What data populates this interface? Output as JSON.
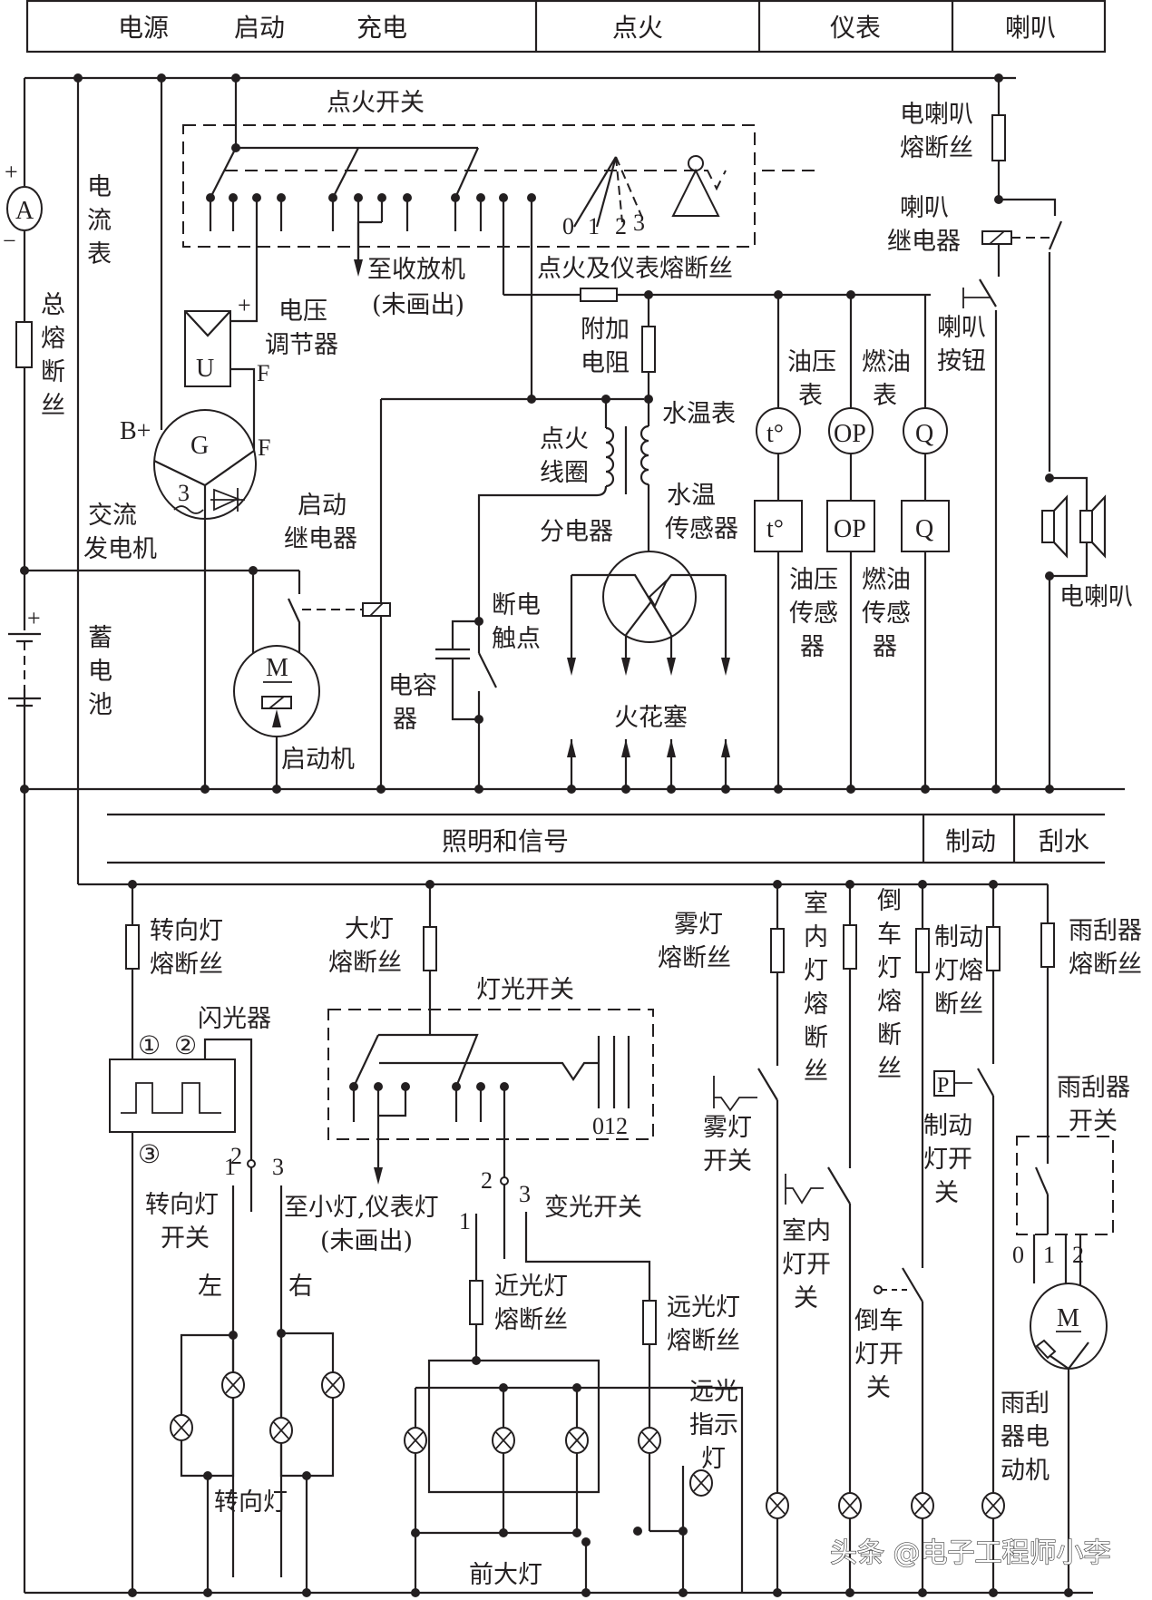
{
  "header_top": {
    "power": "电源",
    "start": "启动",
    "charge": "充电",
    "ignition": "点火",
    "instruments": "仪表",
    "horn": "喇叭"
  },
  "header_mid": {
    "lighting_signal": "照明和信号",
    "braking": "制动",
    "wiper": "刮水"
  },
  "labels": {
    "ignition_switch": "点火开关",
    "ammeter": [
      "电",
      "流",
      "表"
    ],
    "main_fuse": [
      "总",
      "熔",
      "断",
      "丝"
    ],
    "radio_note_1": "至收放机",
    "radio_note_2": "(未画出)",
    "voltage_regulator_1": "电压",
    "voltage_regulator_2": "调节器",
    "ign_instr_fuse": "点火及仪表熔断丝",
    "ballast_1": "附加",
    "ballast_2": "电阻",
    "water_temp_gauge": "水温表",
    "oil_pressure_gauge_1": "油压",
    "oil_pressure_gauge_2": "表",
    "fuel_gauge_1": "燃油",
    "fuel_gauge_2": "表",
    "horn_fuse_1": "电喇叭",
    "horn_fuse_2": "熔断丝",
    "horn_relay_1": "喇叭",
    "horn_relay_2": "继电器",
    "horn_button_1": "喇叭",
    "horn_button_2": "按钮",
    "ign_coil_1": "点火",
    "ign_coil_2": "线圈",
    "distributor": "分电器",
    "water_temp_sensor_1": "水温",
    "water_temp_sensor_2": "传感器",
    "oil_sensor": [
      "油压",
      "传感",
      "器"
    ],
    "fuel_sensor": [
      "燃油",
      "传感",
      "器"
    ],
    "electric_horn": "电喇叭",
    "alternator_1": "交流",
    "alternator_2": "发电机",
    "start_relay_1": "启动",
    "start_relay_2": "继电器",
    "breaker_points_1": "断电",
    "breaker_points_2": "触点",
    "capacitor_1": "电容",
    "capacitor_2": "器",
    "spark_plugs": "火花塞",
    "battery": [
      "蓄",
      "电",
      "池"
    ],
    "starter": "启动机",
    "turn_fuse_1": "转向灯",
    "turn_fuse_2": "熔断丝",
    "head_fuse_1": "大灯",
    "head_fuse_2": "熔断丝",
    "light_switch": "灯光开关",
    "flasher": "闪光器",
    "turn_switch_1": "转向灯",
    "turn_switch_2": "开关",
    "left": "左",
    "right": "右",
    "small_lamp_note_1": "至小灯,仪表灯",
    "small_lamp_note_2": "(未画出)",
    "dimmer_switch": "变光开关",
    "low_beam_fuse_1": "近光灯",
    "low_beam_fuse_2": "熔断丝",
    "high_beam_fuse_1": "远光灯",
    "high_beam_fuse_2": "熔断丝",
    "high_beam_indicator": [
      "远光",
      "指示",
      "灯"
    ],
    "turn_lamps": "转向灯",
    "headlamps": "前大灯",
    "fog_fuse_1": "雾灯",
    "fog_fuse_2": "熔断丝",
    "fog_switch_1": "雾灯",
    "fog_switch_2": "开关",
    "interior_fuse": [
      "室",
      "内",
      "灯",
      "熔",
      "断",
      "丝"
    ],
    "interior_switch": [
      "室内",
      "灯开",
      "关"
    ],
    "reverse_fuse": [
      "倒",
      "车",
      "灯",
      "熔",
      "断",
      "丝"
    ],
    "reverse_switch": [
      "倒车",
      "灯开",
      "关"
    ],
    "brake_fuse": [
      "制动",
      "灯熔",
      "断丝"
    ],
    "brake_switch": [
      "制动",
      "灯开",
      "关"
    ],
    "wiper_fuse_1": "雨刮器",
    "wiper_fuse_2": "熔断丝",
    "wiper_switch_1": "雨刮器",
    "wiper_switch_2": "开关",
    "wiper_motor": [
      "雨刮",
      "器电",
      "动机"
    ]
  },
  "symbols": {
    "ammeter": "A",
    "plus": "+",
    "minus": "−",
    "generator": "G",
    "b_plus": "B+",
    "field": "F",
    "regulator": "U",
    "phase": "3",
    "motor": "M",
    "temp": "t°",
    "oil": "OP",
    "fuel": "Q",
    "brake_p": "P",
    "circ1": "①",
    "circ2": "②",
    "circ3": "③",
    "ign_positions": [
      "0",
      "1",
      "2",
      "3"
    ],
    "light_positions": "012",
    "wiper_positions": [
      "0",
      "1",
      "2"
    ],
    "switch_1": "1",
    "switch_2": "2",
    "switch_3": "3"
  },
  "watermark": "头条 @电子工程师小李"
}
